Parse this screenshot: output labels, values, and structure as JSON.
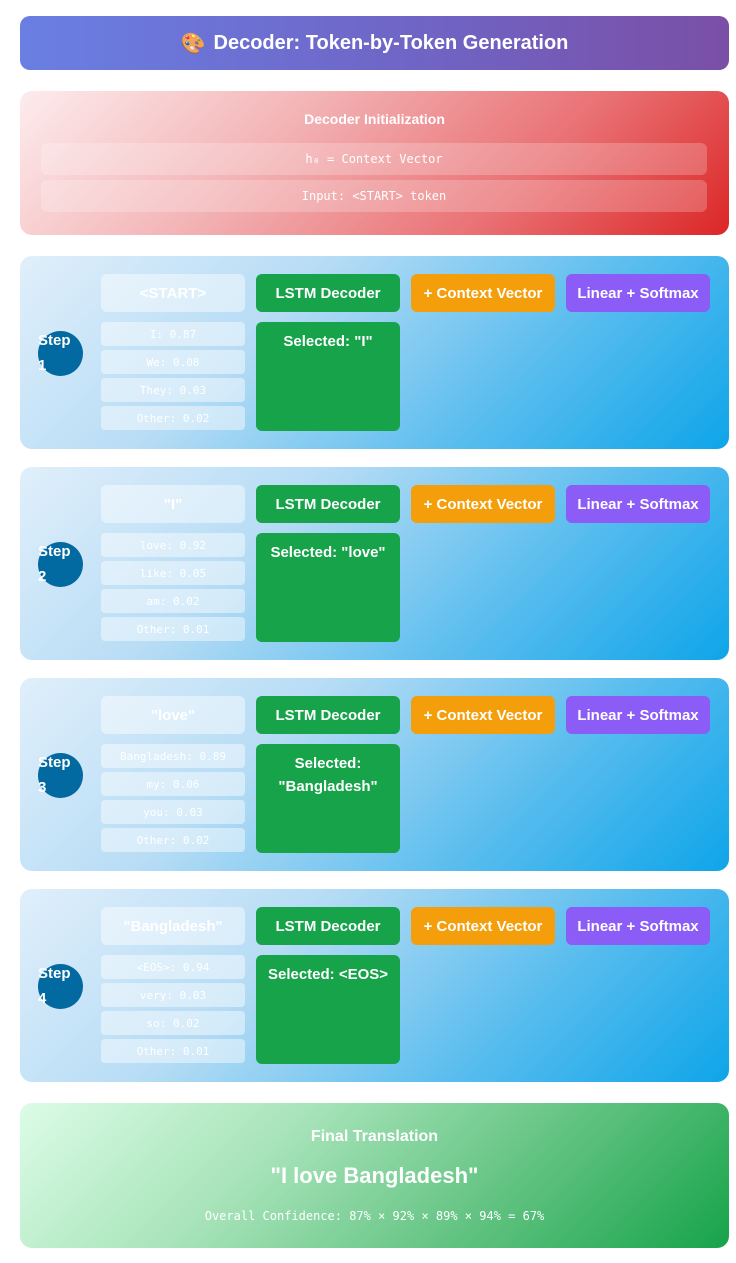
{
  "header": {
    "emoji": "🎨",
    "title": "Decoder: Token-by-Token Generation"
  },
  "init": {
    "title": "Decoder Initialization",
    "rows": [
      "h₀ = Context Vector",
      "Input: <START> token"
    ]
  },
  "components": {
    "lstm": "LSTM Decoder",
    "context": "+ Context Vector",
    "linear": "Linear + Softmax"
  },
  "steps": [
    {
      "label": "Step 1",
      "input": "<START>",
      "probs": [
        "I: 0.87",
        "We: 0.08",
        "They: 0.03",
        "Other: 0.02"
      ],
      "selected": "Selected: \"I\""
    },
    {
      "label": "Step 2",
      "input": "\"I\"",
      "probs": [
        "love: 0.92",
        "like: 0.05",
        "am: 0.02",
        "Other: 0.01"
      ],
      "selected": "Selected: \"love\""
    },
    {
      "label": "Step 3",
      "input": "\"love\"",
      "probs": [
        "Bangladesh: 0.89",
        "my: 0.06",
        "you: 0.03",
        "Other: 0.02"
      ],
      "selected": "Selected: \"Bangladesh\""
    },
    {
      "label": "Step 4",
      "input": "\"Bangladesh\"",
      "probs": [
        "<EOS>: 0.94",
        "very: 0.03",
        "so: 0.02",
        "Other: 0.01"
      ],
      "selected": "Selected: <EOS>"
    }
  ],
  "final": {
    "title": "Final Translation",
    "text": "\"I love Bangladesh\"",
    "confidence": "Overall Confidence: 87% × 92% × 89% × 94% = 67%"
  }
}
